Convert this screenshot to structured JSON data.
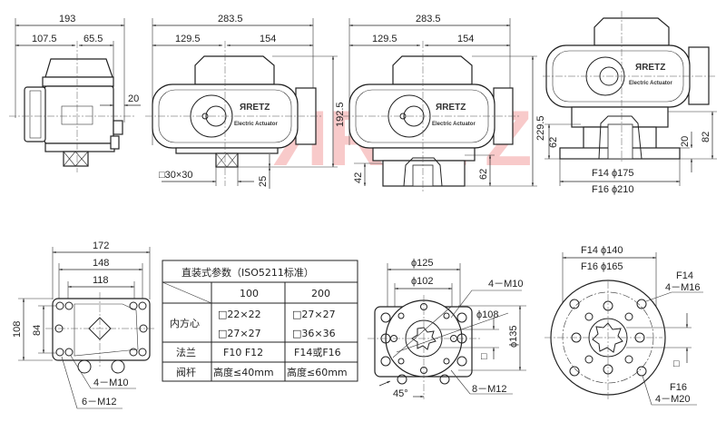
{
  "watermark": "ЯRETZ",
  "brand": {
    "logo": "ЯRETZ",
    "subtitle": "Electric Actuator"
  },
  "colors": {
    "line": "#222222",
    "watermark": "#f3a0a0"
  },
  "side_view": {
    "overall": "193",
    "left": "107.5",
    "right": "65.5",
    "offset": "20"
  },
  "front_view_1": {
    "overall": "283.5",
    "left": "129.5",
    "right": "154",
    "height": "192.5",
    "square": "□30×30",
    "stem": "25"
  },
  "front_view_2": {
    "overall": "283.5",
    "left": "129.5",
    "right": "154",
    "height": "229.5",
    "h42": "42",
    "h62": "62"
  },
  "front_view_3": {
    "h62": "62",
    "h20": "20",
    "h82": "82",
    "f14": "F14  ϕ175",
    "f16": "F16  ϕ210"
  },
  "bottom_plate": {
    "w172": "172",
    "w148": "148",
    "w118": "118",
    "h108": "108",
    "h84": "84",
    "bolt1": "4－M10",
    "bolt2": "6－M12"
  },
  "table": {
    "title": "直装式参数（ISO5211标准）",
    "columns": [
      "100",
      "200"
    ],
    "rows": [
      {
        "label": "内方心",
        "values": [
          [
            "□22×22",
            "□27×27"
          ],
          [
            "□27×27",
            "□36×36"
          ]
        ]
      },
      {
        "label": "法兰",
        "values": [
          "F10  F12",
          "F14或F16"
        ]
      },
      {
        "label": "阀杆",
        "values": [
          "高度≤40mm",
          "高度≤60mm"
        ]
      }
    ]
  },
  "flange_small": {
    "d125": "ϕ125",
    "d102": "ϕ102",
    "bolt1": "4－M10",
    "d108": "ϕ108",
    "d135": "ϕ135",
    "angle": "45°",
    "bolt2": "8－M12",
    "square": "□"
  },
  "flange_large": {
    "d140": "F14 ϕ140",
    "d165": "F16 ϕ165",
    "f14": "F14",
    "f14_bolt": "4－M16",
    "f16": "F16",
    "f16_bolt": "4－M20",
    "square": "□"
  }
}
